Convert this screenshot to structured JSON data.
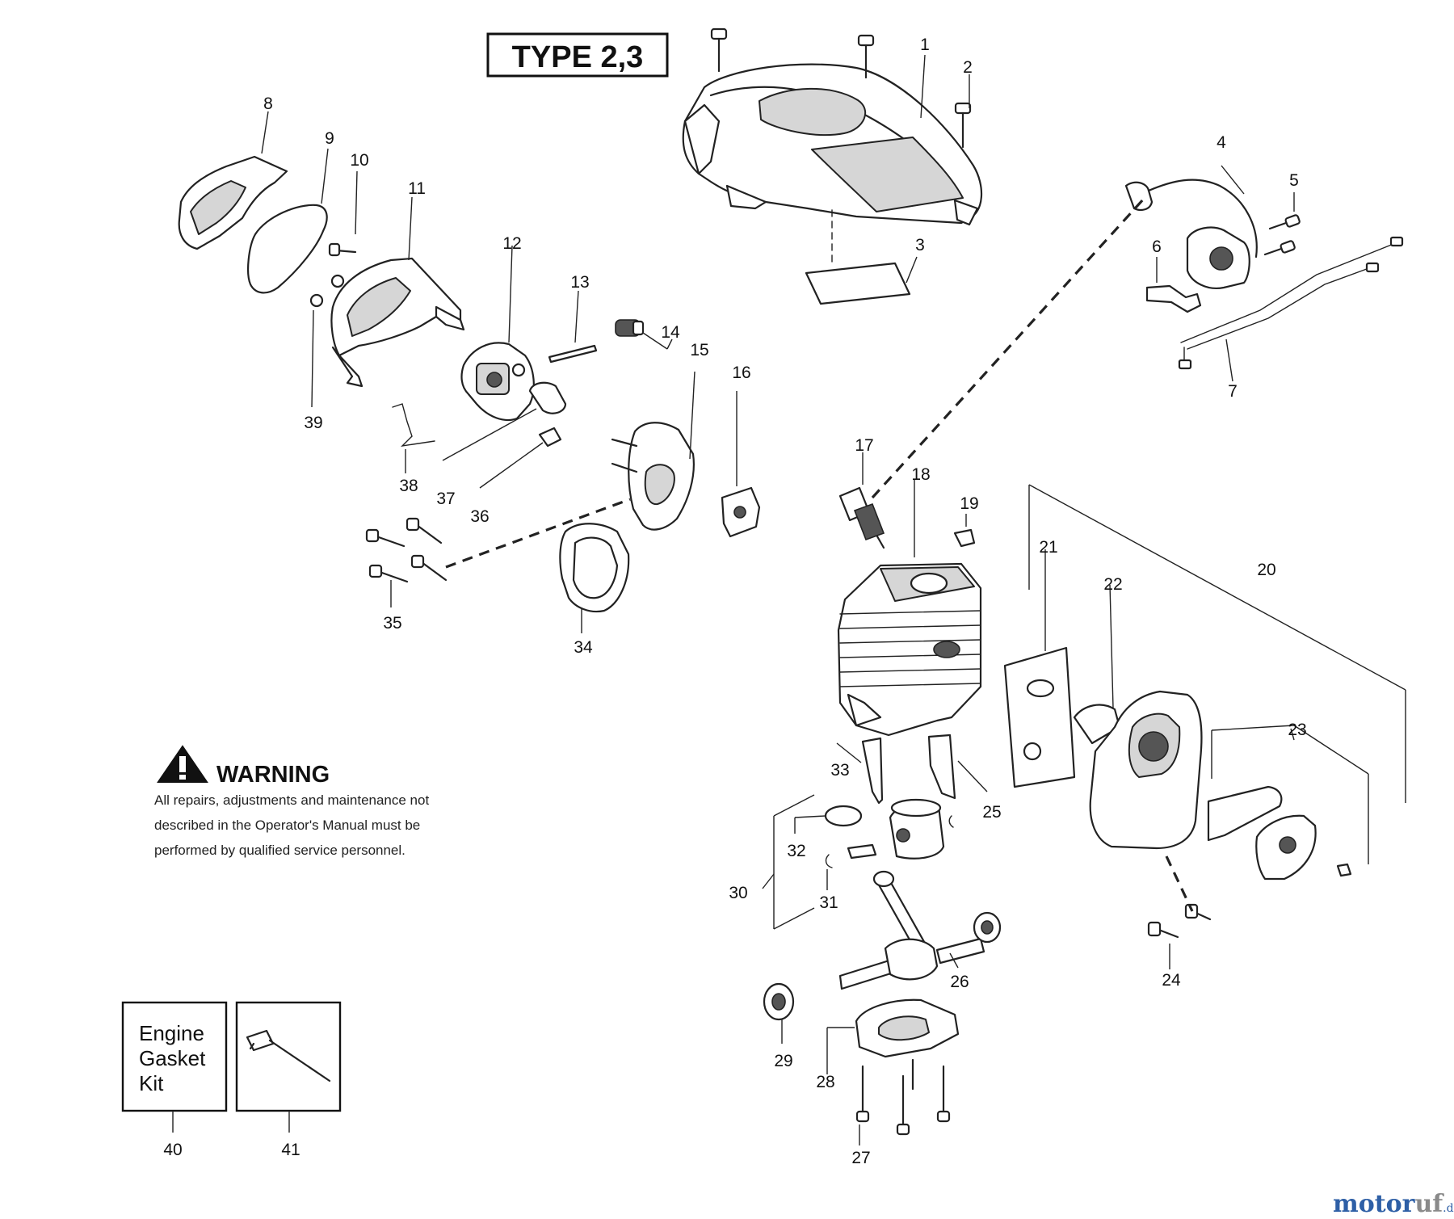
{
  "header": {
    "type_label": "TYPE 2,3"
  },
  "warning": {
    "title": "WARNING",
    "lines": [
      "All repairs, adjustments and maintenance not",
      "described in the Operator's Manual must be",
      "performed by qualified  service personnel."
    ]
  },
  "kits": {
    "gasket_kit_lines": [
      "Engine",
      "Gasket",
      "Kit"
    ]
  },
  "parts": {
    "p1": "1",
    "p2": "2",
    "p3": "3",
    "p4": "4",
    "p5": "5",
    "p6": "6",
    "p7": "7",
    "p8": "8",
    "p9": "9",
    "p10": "10",
    "p11": "11",
    "p12": "12",
    "p13": "13",
    "p14": "14",
    "p15": "15",
    "p16": "16",
    "p17": "17",
    "p18": "18",
    "p19": "19",
    "p20": "20",
    "p21": "21",
    "p22": "22",
    "p23": "23",
    "p24": "24",
    "p25": "25",
    "p26": "26",
    "p27": "27",
    "p28": "28",
    "p29": "29",
    "p30": "30",
    "p31": "31",
    "p32": "32",
    "p33": "33",
    "p34": "34",
    "p35": "35",
    "p36": "36",
    "p37": "37",
    "p38": "38",
    "p39": "39",
    "p40": "40",
    "p41": "41"
  },
  "watermark": {
    "brand_main": "motor",
    "brand_accent": "uf",
    "brand_tld": ".de"
  },
  "colors": {
    "line": "#222222",
    "watermark_blue": "#2e5fa6",
    "watermark_gray": "#8a8a8a"
  }
}
